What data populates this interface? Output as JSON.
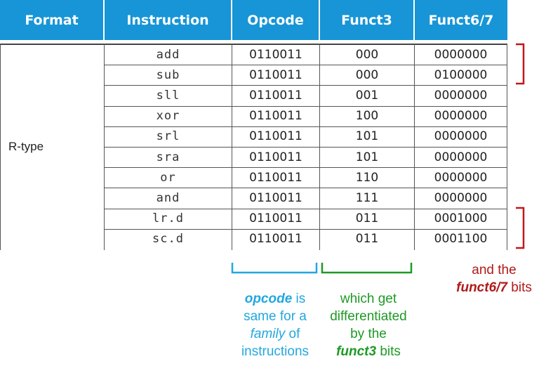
{
  "headers": [
    "Format",
    "Instruction",
    "Opcode",
    "Funct3",
    "Funct6/7"
  ],
  "format_label": "R-type",
  "rows": [
    {
      "instr": "add",
      "opcode": "0110011",
      "funct3": "000",
      "funct67": "0000000"
    },
    {
      "instr": "sub",
      "opcode": "0110011",
      "funct3": "000",
      "funct67": "0100000"
    },
    {
      "instr": "sll",
      "opcode": "0110011",
      "funct3": "001",
      "funct67": "0000000"
    },
    {
      "instr": "xor",
      "opcode": "0110011",
      "funct3": "100",
      "funct67": "0000000"
    },
    {
      "instr": "srl",
      "opcode": "0110011",
      "funct3": "101",
      "funct67": "0000000"
    },
    {
      "instr": "sra",
      "opcode": "0110011",
      "funct3": "101",
      "funct67": "0000000"
    },
    {
      "instr": "or",
      "opcode": "0110011",
      "funct3": "110",
      "funct67": "0000000"
    },
    {
      "instr": "and",
      "opcode": "0110011",
      "funct3": "111",
      "funct67": "0000000"
    },
    {
      "instr": "lr.d",
      "opcode": "0110011",
      "funct3": "011",
      "funct67": "0001000"
    },
    {
      "instr": "sc.d",
      "opcode": "0110011",
      "funct3": "011",
      "funct67": "0001100"
    }
  ],
  "annotations": {
    "opcode": {
      "bold": "opcode",
      "rest1": " is",
      "line2": "same for a",
      "italic": "family",
      "rest3": " of",
      "line4": "instructions"
    },
    "funct3": {
      "line1": "which get",
      "line2": "differentiated",
      "line3": "by the",
      "bold": "funct3",
      "rest4": " bits"
    },
    "funct67": {
      "line1": "and the",
      "bold": "funct6/7",
      "rest2": " bits"
    }
  },
  "colors": {
    "header_bg": "#1795d6",
    "blue": "#22a7e0",
    "green": "#1d9a25",
    "red": "#b01a1a"
  }
}
